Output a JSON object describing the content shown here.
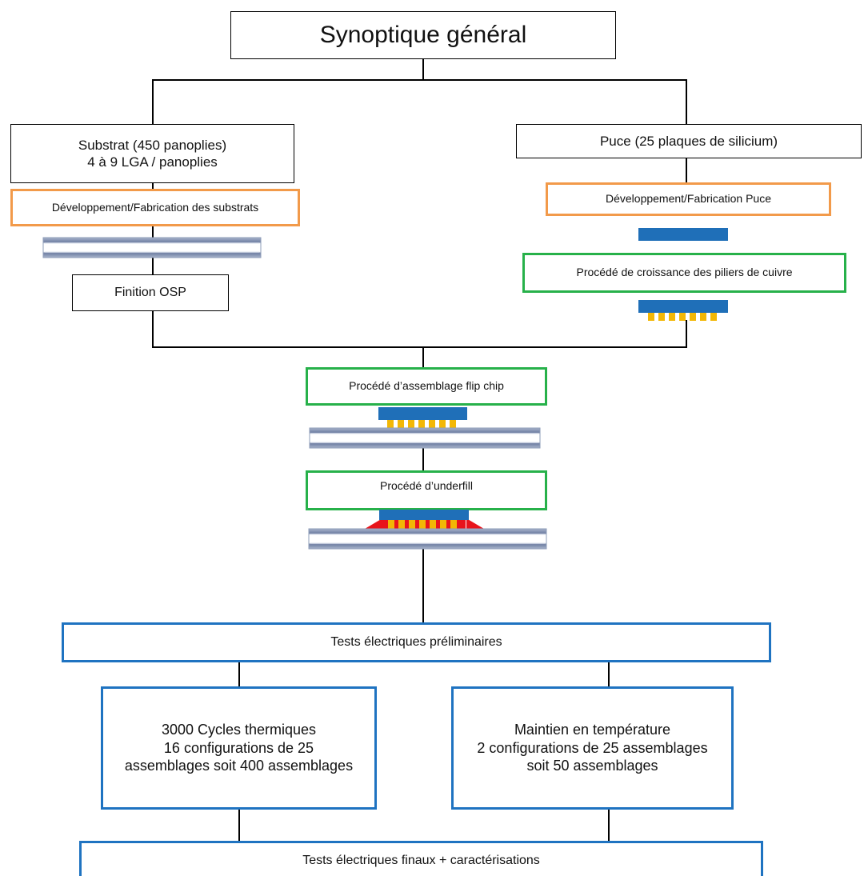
{
  "title": "Synoptique général",
  "substrat": {
    "line1": "Substrat (450 panoplies)",
    "line2": "4 à 9 LGA / panoplies",
    "dev_label": "Développement/Fabrication des substrats",
    "finish_label": "Finition OSP"
  },
  "puce": {
    "label": "Puce (25 plaques de silicium)",
    "dev_label": "Développement/Fabrication Puce",
    "pillar_label": "Procédé de croissance des piliers de cuivre"
  },
  "assembly": {
    "flipchip_label": "Procédé d’assemblage flip chip",
    "underfill_label": "Procédé d’underfill"
  },
  "tests": {
    "preliminary": "Tests électriques préliminaires",
    "thermal_cycles": {
      "line1": "3000 Cycles thermiques",
      "line2": "16 configurations de 25",
      "line3": "assemblages soit 400 assemblages"
    },
    "temperature": {
      "line1": "Maintien en température",
      "line2": "2 configurations de 25 assemblages",
      "line3": "soit 50 assemblages"
    },
    "final": "Tests électriques finaux + caractérisations"
  },
  "colors": {
    "development_border": "#f29a4a",
    "process_border": "#27b14a",
    "test_border": "#1f73c1",
    "chip": "#1f6fb8",
    "copper_pillar": "#f2b705",
    "underfill": "#e8141b",
    "substrate": "#8e9cb8"
  }
}
